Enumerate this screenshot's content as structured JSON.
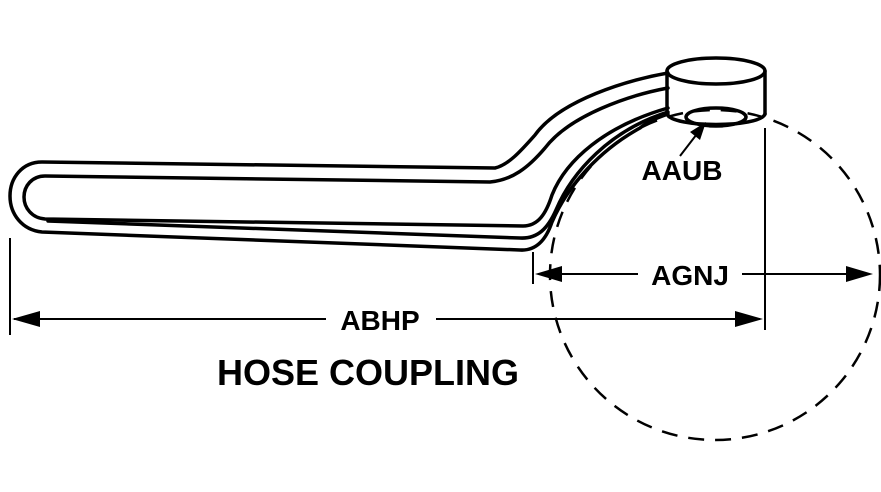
{
  "diagram": {
    "labels": {
      "pin_diameter": "AAUB",
      "hook_radius": "AGNJ",
      "overall_length": "ABHP",
      "caption": "HOSE COUPLING"
    },
    "colors": {
      "line": "#000000",
      "background": "#ffffff"
    }
  }
}
